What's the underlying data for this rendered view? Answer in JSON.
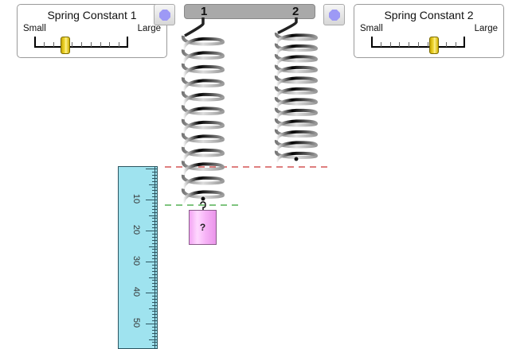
{
  "panels": [
    {
      "title": "Spring Constant 1",
      "min_label": "Small",
      "max_label": "Large",
      "value_fraction": 0.33,
      "tick_count": 10
    },
    {
      "title": "Spring Constant 2",
      "min_label": "Small",
      "max_label": "Large",
      "value_fraction": 0.67,
      "tick_count": 10
    }
  ],
  "hanger_bar": {
    "spring1_label": "1",
    "spring2_label": "2",
    "color": "#a9a9a9"
  },
  "buttons": [
    {
      "name": "spring-1-toggle-button",
      "icon": "octagon-icon",
      "color": "#9d99f5"
    },
    {
      "name": "spring-2-toggle-button",
      "icon": "octagon-icon",
      "color": "#9d99f5"
    }
  ],
  "springs": [
    {
      "label": "1",
      "coils": 12,
      "attached_mass": "?"
    },
    {
      "label": "2",
      "coils": 12,
      "attached_mass": null
    }
  ],
  "mass": {
    "label": "?",
    "color": "#f7b4f7"
  },
  "reference_lines": [
    {
      "name": "equilibrium-line-red",
      "color": "#cc3333"
    },
    {
      "name": "displacement-line-green",
      "color": "#33a033"
    }
  ],
  "ruler": {
    "labels": [
      "10",
      "20",
      "30",
      "40",
      "50"
    ],
    "color": "#9fe3ef"
  }
}
